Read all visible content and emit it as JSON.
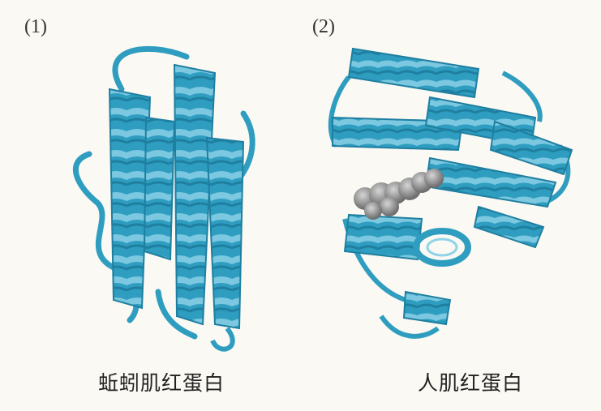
{
  "panels": [
    {
      "number": "(1)",
      "caption": "蚯蚓肌红蛋白"
    },
    {
      "number": "(2)",
      "caption": "人肌红蛋白"
    }
  ],
  "colors": {
    "helix": "#2e9dc0",
    "helix_light": "#8fd3e8",
    "helix_dark": "#1f7fa0",
    "heme": "#8a8a8a",
    "background": "#fbf9f3"
  },
  "icons": {
    "structure_1": "earthworm-myoglobin-ribbon-icon",
    "structure_2": "human-myoglobin-ribbon-icon",
    "heme": "heme-group-icon"
  }
}
